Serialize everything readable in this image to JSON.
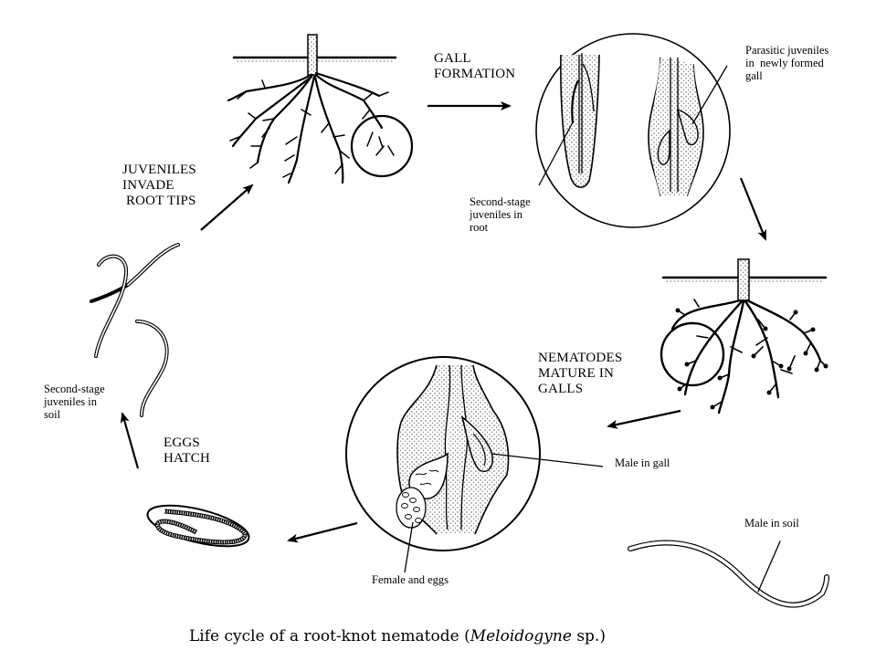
{
  "diagram": {
    "title": "Life cycle of a root-knot nematode",
    "title_genus": "Meloidogyne",
    "title_suffix": "sp.",
    "colors": {
      "ink": "#000000",
      "background": "#ffffff",
      "stipple": "#555555"
    },
    "stages": [
      {
        "id": "juveniles-invade",
        "label": "JUVENILES\nINVADE\n ROOT TIPS"
      },
      {
        "id": "gall-formation",
        "label": "GALL\nFORMATION"
      },
      {
        "id": "nematodes-mature",
        "label": "NEMATODES\nMATURE IN\nGALLS"
      },
      {
        "id": "eggs-hatch",
        "label": "EGGS\nHATCH"
      }
    ],
    "annotations": {
      "parasitic_juveniles": "Parasitic juveniles\nin  newly formed\ngall",
      "second_stage_root": "Second-stage\njuveniles in\nroot",
      "second_stage_soil": "Second-stage\njuveniles in\nsoil",
      "male_in_gall": "Male in gall",
      "female_and_eggs": "Female and eggs",
      "male_in_soil": "Male in soil"
    },
    "illustrations": [
      "healthy-root-system",
      "gall-formation-closeup",
      "galled-root-system",
      "mature-gall-closeup",
      "egg-with-juvenile",
      "soil-juveniles",
      "male-in-soil"
    ]
  }
}
